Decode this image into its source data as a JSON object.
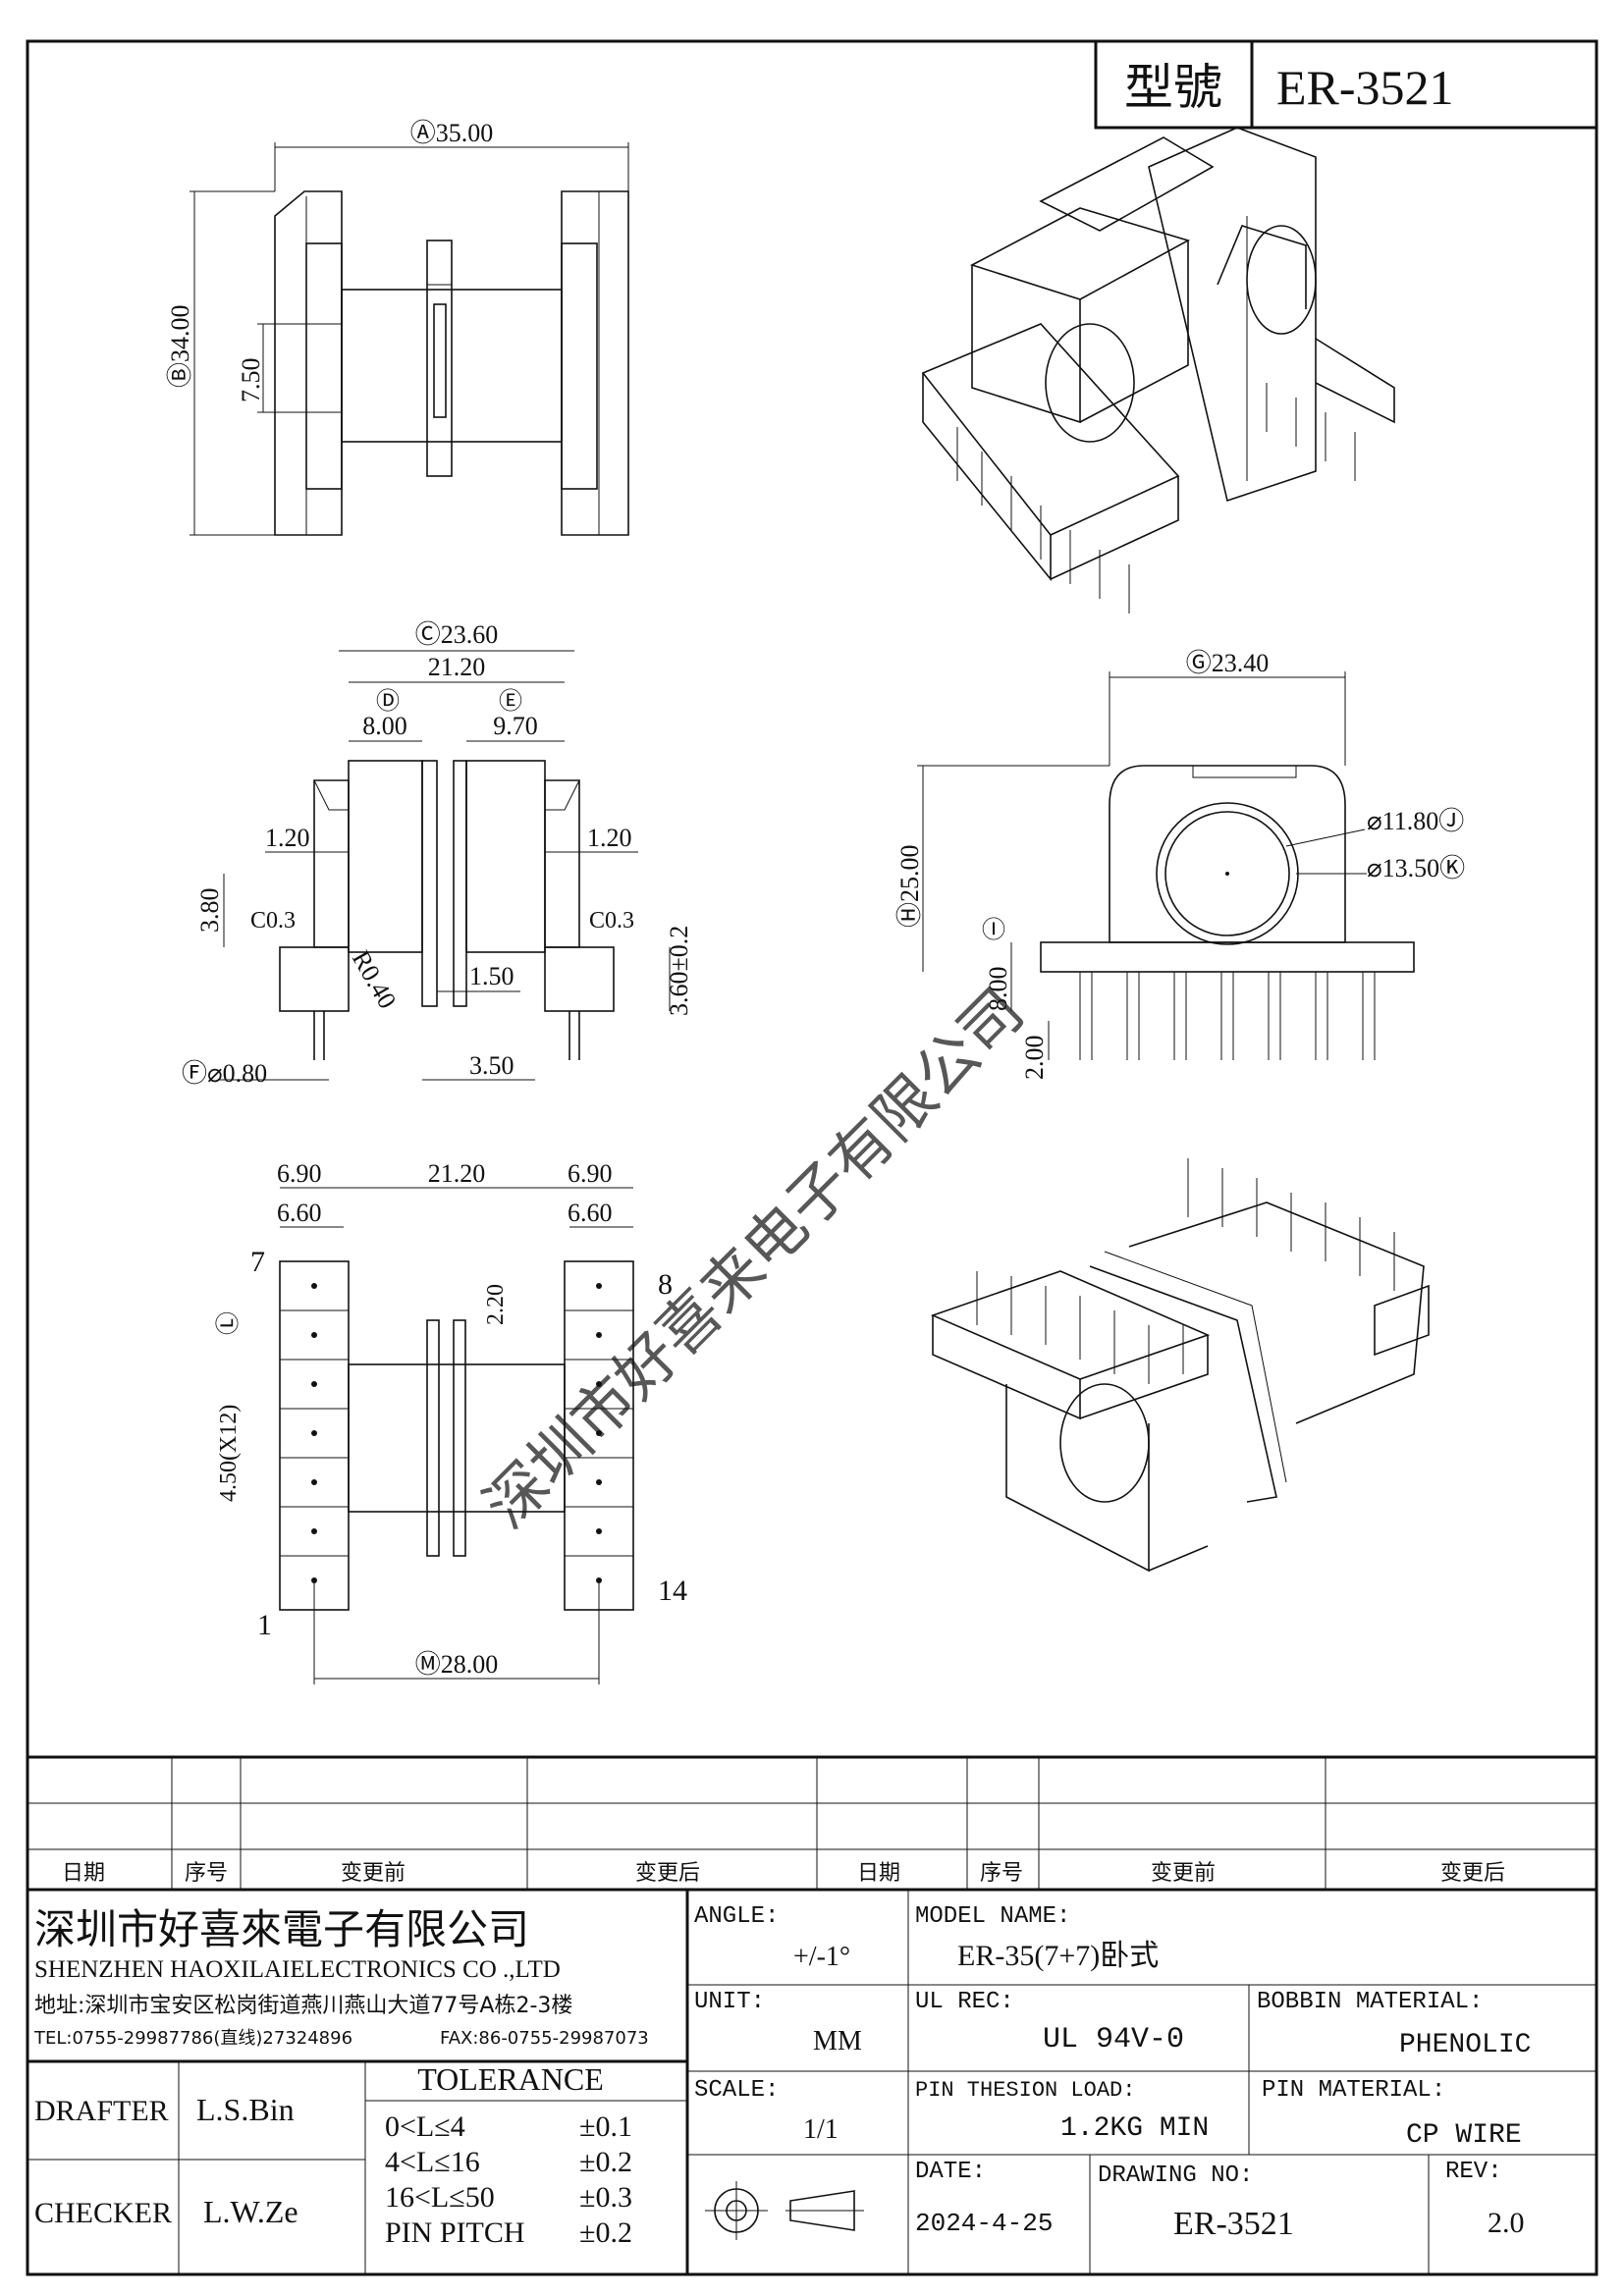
{
  "header": {
    "type_label": "型號",
    "type_value": "ER-3521"
  },
  "views": {
    "top": {
      "a": "Ⓐ35.00",
      "b": "Ⓑ34.00",
      "d1": "7.50"
    },
    "front": {
      "c": "Ⓒ23.60",
      "w": "21.20",
      "d": "Ⓓ",
      "d_val": "8.00",
      "e": "Ⓔ",
      "e_val": "9.70",
      "l120": "1.20",
      "r120": "1.20",
      "h380": "3.80",
      "c03l": "C0.3",
      "c03r": "C0.3",
      "r040": "R0.40",
      "w150": "1.50",
      "h360": "3.60±0.2",
      "w350": "3.50",
      "f": "Ⓕ⌀0.80"
    },
    "side": {
      "g": "Ⓖ23.40",
      "h": "Ⓗ25.00",
      "j": "⌀11.80Ⓙ",
      "k": "⌀13.50Ⓚ",
      "i": "Ⓘ",
      "i_val": "8.00",
      "h200": "2.00"
    },
    "bottom": {
      "w690l": "6.90",
      "w660l": "6.60",
      "w2120": "21.20",
      "w690r": "6.90",
      "w660r": "6.60",
      "pin7": "7",
      "pin8": "8",
      "pin1": "1",
      "pin14": "14",
      "h220": "2.20",
      "l": "Ⓛ",
      "pitch": "4.50(X12)",
      "m": "Ⓜ28.00"
    },
    "watermark": "深圳市好喜来电子有限公司"
  },
  "revision_table": {
    "headers": [
      "日期",
      "序号",
      "变更前",
      "变更后",
      "日期",
      "序号",
      "变更前",
      "变更后"
    ]
  },
  "title_block": {
    "company_cn": "深圳市好喜來電子有限公司",
    "company_en": "SHENZHEN HAOXILAIELECTRONICS CO .,LTD",
    "address": "地址:深圳市宝安区松岗街道燕川燕山大道77号A栋2-3楼",
    "tel": "TEL:0755-29987786(直线)27324896",
    "fax": "FAX:86-0755-29987073",
    "angle_label": "ANGLE:",
    "angle_value": "+/-1°",
    "model_label": "MODEL NAME:",
    "model_value": "ER-35(7+7)卧式",
    "unit_label": "UNIT:",
    "unit_value": "MM",
    "ul_label": "UL REC:",
    "ul_value": "UL 94V-0",
    "bobbin_label": "BOBBIN MATERIAL:",
    "bobbin_value": "PHENOLIC",
    "drafter_label": "DRAFTER",
    "drafter_value": "L.S.Bin",
    "checker_label": "CHECKER",
    "checker_value": "L.W.Ze",
    "tolerance_title": "TOLERANCE",
    "tolerance_rows": [
      {
        "range": "0<L≤4",
        "value": "±0.1"
      },
      {
        "range": "4<L≤16",
        "value": "±0.2"
      },
      {
        "range": "16<L≤50",
        "value": "±0.3"
      },
      {
        "range": "PIN PITCH",
        "value": "±0.2"
      }
    ],
    "scale_label": "SCALE:",
    "scale_value": "1/1",
    "load_label": "PIN THESION LOAD:",
    "load_value": "1.2KG MIN",
    "pin_mat_label": "PIN MATERIAL:",
    "pin_mat_value": "CP WIRE",
    "date_label": "DATE:",
    "date_value": "2024-4-25",
    "drawing_label": "DRAWING NO:",
    "drawing_value": "ER-3521",
    "rev_label": "REV:",
    "rev_value": "2.0"
  }
}
